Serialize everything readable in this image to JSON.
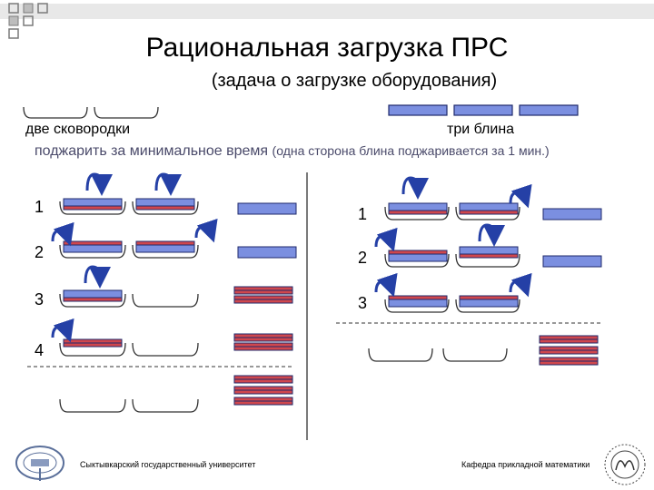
{
  "title": "Рациональная загрузка ПРС",
  "subtitle": "(задача о загрузке оборудования)",
  "pans_label": "две сковородки",
  "pancakes_label": "три блина",
  "task_main": "поджарить за минимальное время",
  "task_note": "(одна сторона блина поджаривается за 1 мин.)",
  "left_steps": [
    "1",
    "2",
    "3",
    "4"
  ],
  "right_steps": [
    "1",
    "2",
    "3"
  ],
  "footer_left": "Сыктывкарский государственный университет",
  "footer_right": "Кафедра прикладной математики",
  "colors": {
    "pancake_blue": "#7b8fe0",
    "pancake_red": "#d0474d",
    "pancake_edge": "#1f2a6b",
    "arrow": "#2540a6",
    "header_bar": "#c0c0c0",
    "header_square_outline": "#7a7a7a"
  },
  "icons": [
    "flip-arrow-icon",
    "university-seal-icon",
    "math-department-emblem-icon"
  ]
}
